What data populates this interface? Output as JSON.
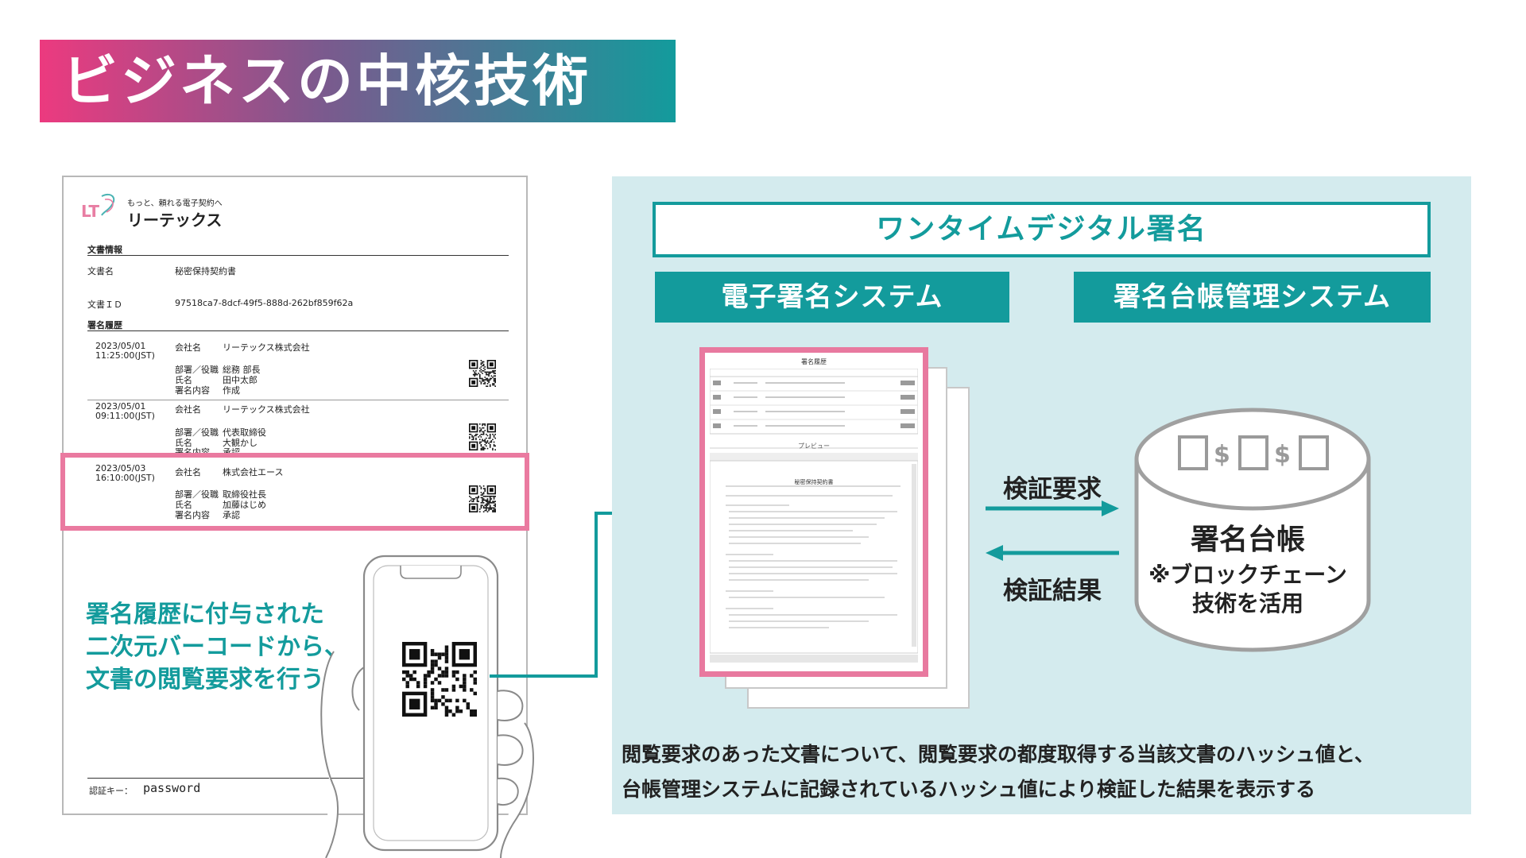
{
  "title": "ビジネスの中核技術",
  "document": {
    "tagline": "もっと、頼れる電子契約へ",
    "brand": "リーテックス",
    "logo_letters": "LT",
    "section_info": "文書情報",
    "doc_name_label": "文書名",
    "doc_name_value": "秘密保持契約書",
    "doc_id_label": "文書ＩＤ",
    "doc_id_value": "97518ca7-8dcf-49f5-888d-262bf859f62a",
    "section_history": "署名履歴",
    "history": [
      {
        "date": "2023/05/01",
        "time": "11:25:00(JST)",
        "company_label": "会社名",
        "company": "リーテックス株式会社",
        "dept_label": "部署／役職",
        "dept": "総務 部長",
        "name_label": "氏名",
        "name": "田中太郎",
        "content_label": "署名内容",
        "content": "作成"
      },
      {
        "date": "2023/05/01",
        "time": "09:11:00(JST)",
        "company_label": "会社名",
        "company": "リーテックス株式会社",
        "dept_label": "部署／役職",
        "dept": "代表取締役",
        "name_label": "氏名",
        "name": "大観かし",
        "content_label": "署名内容",
        "content": "承認"
      },
      {
        "date": "2023/05/03",
        "time": "16:10:00(JST)",
        "company_label": "会社名",
        "company": "株式会社エース",
        "dept_label": "部署／役職",
        "dept": "取締役社長",
        "name_label": "氏名",
        "name": "加藤はじめ",
        "content_label": "署名内容",
        "content": "承認"
      }
    ],
    "auth_key_label": "認証キー：",
    "auth_key_value": "password"
  },
  "qr_caption": [
    "署名履歴に付与された",
    "二次元バーコードから、",
    "文書の閲覧要求を行う"
  ],
  "one_time_signature": "ワンタイムデジタル署名",
  "e_signature_system": "電子署名システム",
  "ledger_system": "署名台帳管理システム",
  "preview_page": {
    "header": "署名履歴",
    "preview_label": "プレビュー",
    "doc_title": "秘密保持契約書"
  },
  "verify_request": "検証要求",
  "verify_result": "検証結果",
  "ledger": {
    "title": "署名台帳",
    "note_line1": "※ブロックチェーン",
    "note_line2": "技術を活用"
  },
  "bottom_description": [
    "閲覧要求のあった文書について、閲覧要求の都度取得する当該文書のハッシュ値と、",
    "台帳管理システムに記録されているハッシュ値により検証した結果を表示する"
  ],
  "colors": {
    "teal": "#139b9c",
    "pink": "#e8799f",
    "panel_bg": "#d4ebee",
    "title_gradient_start": "#ec3a7f",
    "title_gradient_end": "#139b9c"
  }
}
